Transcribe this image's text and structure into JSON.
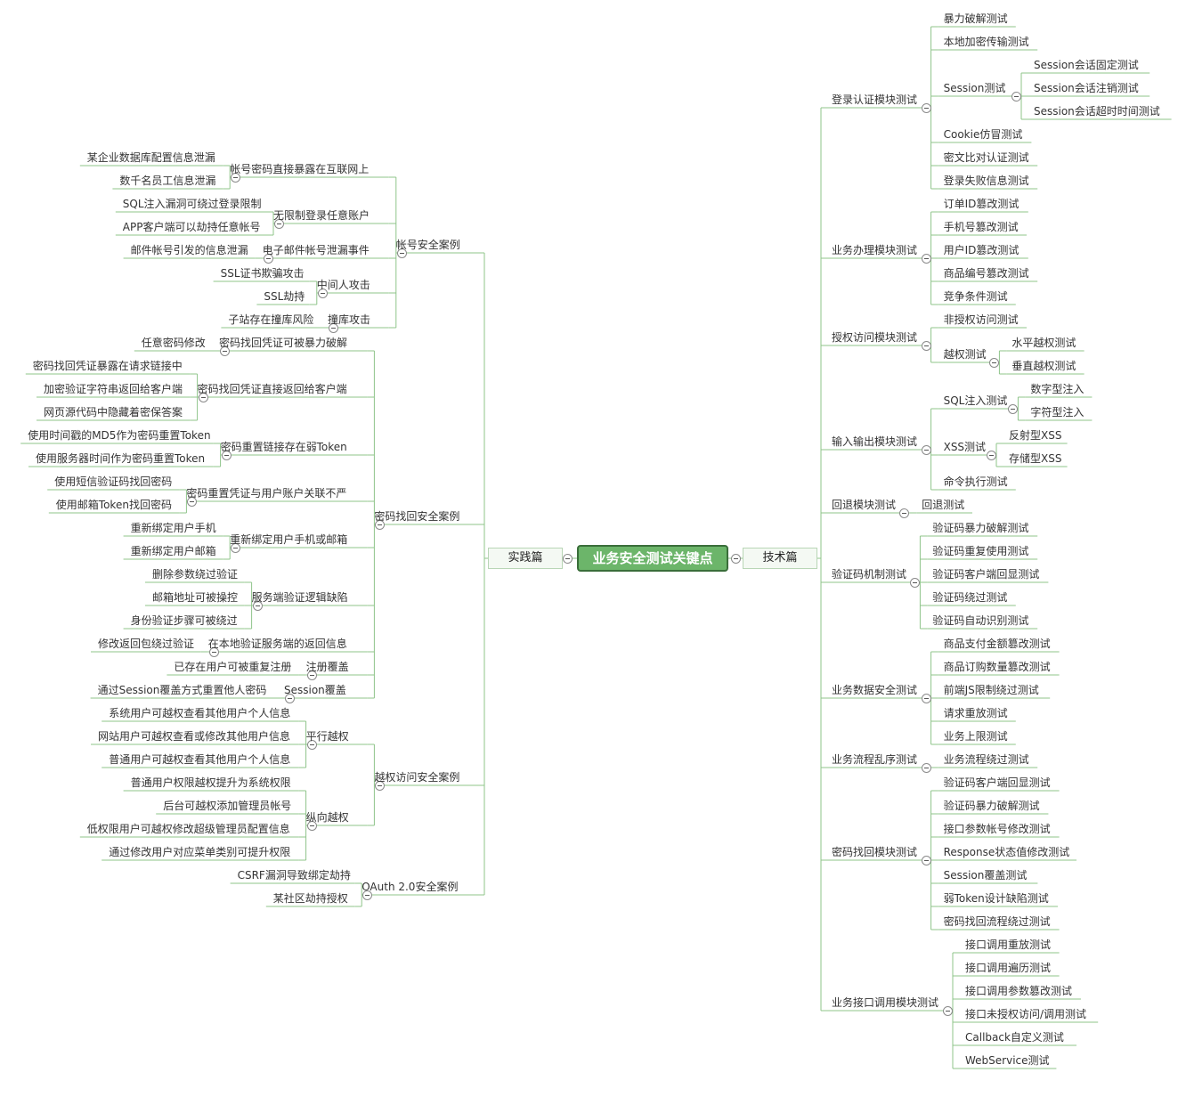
{
  "root": "业务安全测试关键点",
  "colors": {
    "line": "#8fc48a",
    "root_fill": "#6cb56a",
    "root_border": "#3a6e3a"
  },
  "branches": [
    {
      "label": "实践篇",
      "side": "left",
      "children": [
        {
          "label": "帐号安全案例",
          "children": [
            {
              "label": "帐号密码直接暴露在互联网上",
              "children": [
                "某企业数据库配置信息泄漏",
                "数千名员工信息泄漏"
              ]
            },
            {
              "label": "无限制登录任意账户",
              "children": [
                "SQL注入漏洞可绕过登录限制",
                "APP客户端可以劫持任意帐号"
              ]
            },
            {
              "label": "电子邮件帐号泄漏事件",
              "children": [
                "邮件帐号引发的信息泄漏"
              ]
            },
            {
              "label": "中间人攻击",
              "children": [
                "SSL证书欺骗攻击",
                "SSL劫持"
              ]
            },
            {
              "label": "撞库攻击",
              "children": [
                "子站存在撞库风险"
              ]
            }
          ]
        },
        {
          "label": "密码找回安全案例",
          "children": [
            {
              "label": "密码找回凭证可被暴力破解",
              "children": [
                "任意密码修改"
              ]
            },
            {
              "label": "密码找回凭证直接返回给客户端",
              "children": [
                "密码找回凭证暴露在请求链接中",
                "加密验证字符串返回给客户端",
                "网页源代码中隐藏着密保答案"
              ]
            },
            {
              "label": "密码重置链接存在弱Token",
              "children": [
                "使用时间戳的MD5作为密码重置Token",
                "使用服务器时间作为密码重置Token"
              ]
            },
            {
              "label": "密码重置凭证与用户账户关联不严",
              "children": [
                "使用短信验证码找回密码",
                "使用邮箱Token找回密码"
              ]
            },
            {
              "label": "重新绑定用户手机或邮箱",
              "children": [
                "重新绑定用户手机",
                "重新绑定用户邮箱"
              ]
            },
            {
              "label": "服务端验证逻辑缺陷",
              "children": [
                "删除参数绕过验证",
                "邮箱地址可被操控",
                "身份验证步骤可被绕过"
              ]
            },
            {
              "label": "在本地验证服务端的返回信息",
              "children": [
                "修改返回包绕过验证"
              ]
            },
            {
              "label": "注册覆盖",
              "children": [
                "已存在用户可被重复注册"
              ]
            },
            {
              "label": "Session覆盖",
              "children": [
                "通过Session覆盖方式重置他人密码"
              ]
            }
          ]
        },
        {
          "label": "越权访问安全案例",
          "children": [
            {
              "label": "平行越权",
              "children": [
                "系统用户可越权查看其他用户个人信息",
                "网站用户可越权查看或修改其他用户信息",
                "普通用户可越权查看其他用户个人信息"
              ]
            },
            {
              "label": "纵向越权",
              "children": [
                "普通用户权限越权提升为系统权限",
                "后台可越权添加管理员帐号",
                "低权限用户可越权修改超级管理员配置信息",
                "通过修改用户对应菜单类别可提升权限"
              ]
            }
          ]
        },
        {
          "label": "OAuth 2.0安全案例",
          "children": [
            "CSRF漏洞导致绑定劫持",
            "某社区劫持授权"
          ]
        }
      ]
    },
    {
      "label": "技术篇",
      "side": "right",
      "children": [
        {
          "label": "登录认证模块测试",
          "children": [
            "暴力破解测试",
            "本地加密传输测试",
            {
              "label": "Session测试",
              "children": [
                "Session会话固定测试",
                "Session会话注销测试",
                "Session会话超时时间测试"
              ]
            },
            "Cookie仿冒测试",
            "密文比对认证测试",
            "登录失败信息测试"
          ]
        },
        {
          "label": "业务办理模块测试",
          "children": [
            "订单ID篡改测试",
            "手机号篡改测试",
            "用户ID篡改测试",
            "商品编号篡改测试",
            "竞争条件测试"
          ]
        },
        {
          "label": "授权访问模块测试",
          "children": [
            "非授权访问测试",
            {
              "label": "越权测试",
              "children": [
                "水平越权测试",
                "垂直越权测试"
              ]
            }
          ]
        },
        {
          "label": "输入输出模块测试",
          "children": [
            {
              "label": "SQL注入测试",
              "children": [
                "数字型注入",
                "字符型注入"
              ]
            },
            {
              "label": "XSS测试",
              "children": [
                "反射型XSS",
                "存储型XSS"
              ]
            },
            "命令执行测试"
          ]
        },
        {
          "label": "回退模块测试",
          "children": [
            "回退测试"
          ]
        },
        {
          "label": "验证码机制测试",
          "children": [
            "验证码暴力破解测试",
            "验证码重复使用测试",
            "验证码客户端回显测试",
            "验证码绕过测试",
            "验证码自动识别测试"
          ]
        },
        {
          "label": "业务数据安全测试",
          "children": [
            "商品支付金额篡改测试",
            "商品订购数量篡改测试",
            "前端JS限制绕过测试",
            "请求重放测试",
            "业务上限测试"
          ]
        },
        {
          "label": "业务流程乱序测试",
          "children": [
            "业务流程绕过测试"
          ]
        },
        {
          "label": "密码找回模块测试",
          "children": [
            "验证码客户端回显测试",
            "验证码暴力破解测试",
            "接口参数帐号修改测试",
            "Response状态值修改测试",
            "Session覆盖测试",
            "弱Token设计缺陷测试",
            "密码找回流程绕过测试"
          ]
        },
        {
          "label": "业务接口调用模块测试",
          "children": [
            "接口调用重放测试",
            "接口调用遍历测试",
            "接口调用参数篡改测试",
            "接口未授权访问/调用测试",
            "Callback自定义测试",
            "WebService测试"
          ]
        }
      ]
    }
  ]
}
